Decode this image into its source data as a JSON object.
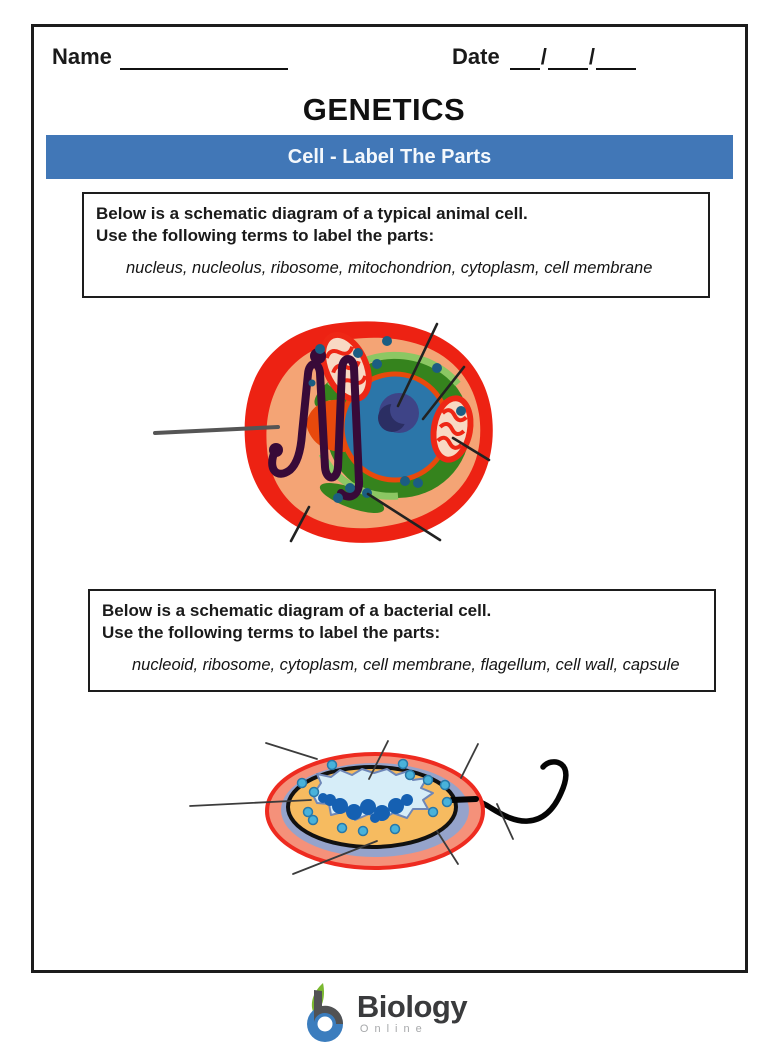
{
  "header": {
    "name_label": "Name",
    "date_label": "Date",
    "date_separator": "/"
  },
  "title": "GENETICS",
  "banner": {
    "label": "Cell - Label The Parts",
    "color": "#4177b7"
  },
  "sections": [
    {
      "line1": "Below is a schematic diagram of a typical animal cell.",
      "line2": "Use the following terms to label the parts:",
      "terms": "nucleus, nucleolus, ribosome, mitochondrion, cytoplasm, cell membrane"
    },
    {
      "line1": "Below is a schematic diagram of a bacterial cell.",
      "line2": "Use the following terms to label the parts:",
      "terms": "nucleoid, ribosome, cytoplasm, cell membrane, flagellum, cell wall, capsule"
    }
  ],
  "footer": {
    "brand": "Biology",
    "brand_sub": "Online"
  },
  "colors": {
    "banner_blue": "#4177b7",
    "animal_membrane_red": "#ed2213",
    "animal_cytoplasm": "#f4a475",
    "nucleus_blue": "#2b76a9",
    "nucleolus_navy": "#3e4487",
    "golgi_green": "#35831d",
    "er_purple": "#380a38",
    "bacteria_capsule": "#f5917a",
    "bacteria_wall": "#95a3cb",
    "bacteria_cytoplasm": "#f6bb60",
    "nucleoid_blue": "#d6edf8",
    "logo_green": "#7ab830",
    "logo_blue": "#3b7dbe"
  }
}
